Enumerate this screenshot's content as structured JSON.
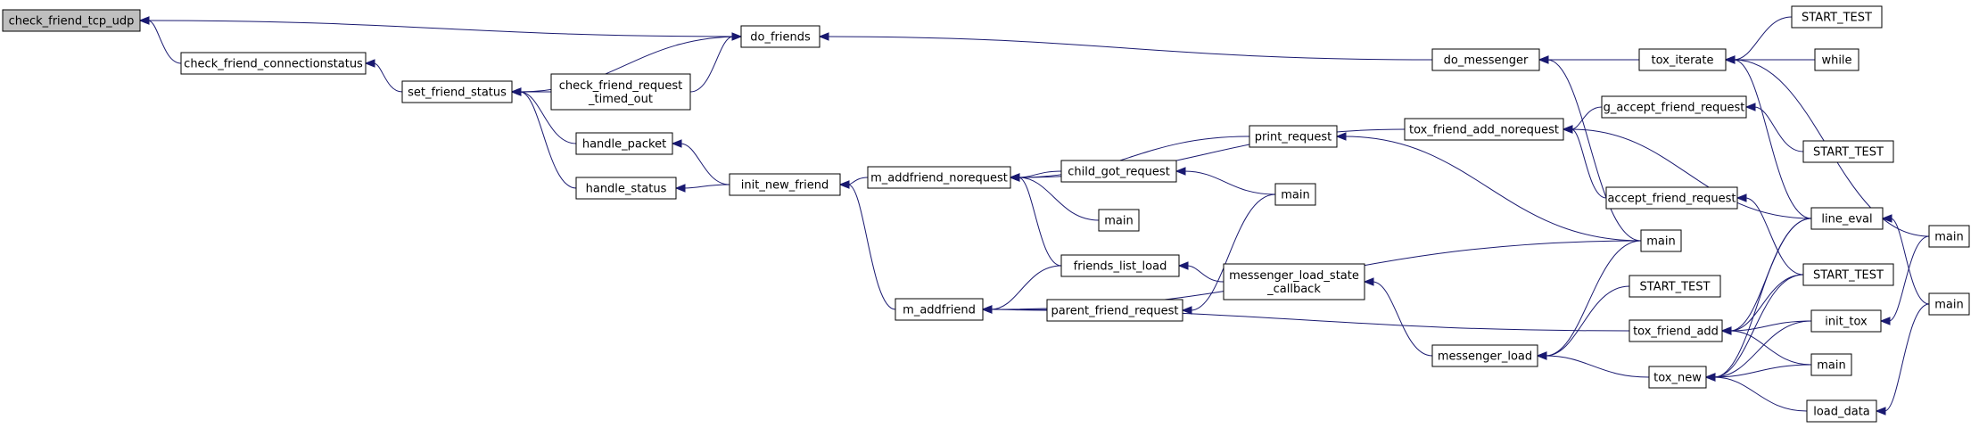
{
  "graph": {
    "colors": {
      "edge": "#191970",
      "root_fill": "#bfbfbf",
      "node_fill": "#ffffff",
      "node_border": "#000000"
    },
    "nodes": [
      {
        "id": "n_cftu",
        "lines": [
          "check_friend_tcp_udp"
        ],
        "root": true
      },
      {
        "id": "n_cfcs",
        "lines": [
          "check_friend_connectionstatus"
        ]
      },
      {
        "id": "n_sfs",
        "lines": [
          "set_friend_status"
        ]
      },
      {
        "id": "n_dof",
        "lines": [
          "do_friends"
        ]
      },
      {
        "id": "n_cfrto",
        "lines": [
          "check_friend_request",
          "_timed_out"
        ]
      },
      {
        "id": "n_hp",
        "lines": [
          "handle_packet"
        ]
      },
      {
        "id": "n_hs",
        "lines": [
          "handle_status"
        ]
      },
      {
        "id": "n_inf",
        "lines": [
          "init_new_friend"
        ]
      },
      {
        "id": "n_manr",
        "lines": [
          "m_addfriend_norequest"
        ]
      },
      {
        "id": "n_ma",
        "lines": [
          "m_addfriend"
        ]
      },
      {
        "id": "n_pr",
        "lines": [
          "print_request"
        ]
      },
      {
        "id": "n_cgr",
        "lines": [
          "child_got_request"
        ]
      },
      {
        "id": "n_main_a",
        "lines": [
          "main"
        ]
      },
      {
        "id": "n_fll",
        "lines": [
          "friends_list_load"
        ]
      },
      {
        "id": "n_pfr",
        "lines": [
          "parent_friend_request"
        ]
      },
      {
        "id": "n_main_b",
        "lines": [
          "main"
        ]
      },
      {
        "id": "n_mlsc",
        "lines": [
          "messenger_load_state",
          "_callback"
        ]
      },
      {
        "id": "n_dom",
        "lines": [
          "do_messenger"
        ]
      },
      {
        "id": "n_tfanr",
        "lines": [
          "tox_friend_add_norequest"
        ]
      },
      {
        "id": "n_afr",
        "lines": [
          "accept_friend_request"
        ]
      },
      {
        "id": "n_main_c",
        "lines": [
          "main"
        ]
      },
      {
        "id": "n_ml",
        "lines": [
          "messenger_load"
        ]
      },
      {
        "id": "n_st_a",
        "lines": [
          "START_TEST"
        ]
      },
      {
        "id": "n_ti",
        "lines": [
          "tox_iterate"
        ]
      },
      {
        "id": "n_gafr",
        "lines": [
          "g_accept_friend_request"
        ]
      },
      {
        "id": "n_tfa",
        "lines": [
          "tox_friend_add"
        ]
      },
      {
        "id": "n_tn",
        "lines": [
          "tox_new"
        ]
      },
      {
        "id": "n_st_b",
        "lines": [
          "START_TEST"
        ]
      },
      {
        "id": "n_while",
        "lines": [
          "while"
        ]
      },
      {
        "id": "n_st_c",
        "lines": [
          "START_TEST"
        ]
      },
      {
        "id": "n_le",
        "lines": [
          "line_eval"
        ]
      },
      {
        "id": "n_st_d",
        "lines": [
          "START_TEST"
        ]
      },
      {
        "id": "n_it",
        "lines": [
          "init_tox"
        ]
      },
      {
        "id": "n_main_d",
        "lines": [
          "main"
        ]
      },
      {
        "id": "n_ld",
        "lines": [
          "load_data"
        ]
      },
      {
        "id": "n_main_e",
        "lines": [
          "main"
        ]
      },
      {
        "id": "n_main_f",
        "lines": [
          "main"
        ]
      }
    ],
    "edges": [
      [
        "n_cfcs",
        "n_cftu"
      ],
      [
        "n_dof",
        "n_cftu"
      ],
      [
        "n_sfs",
        "n_cfcs"
      ],
      [
        "n_dof",
        "n_sfs"
      ],
      [
        "n_cfrto",
        "n_sfs"
      ],
      [
        "n_hp",
        "n_sfs"
      ],
      [
        "n_hs",
        "n_sfs"
      ],
      [
        "n_cfrto",
        "n_dof"
      ],
      [
        "n_dom",
        "n_dof"
      ],
      [
        "n_inf",
        "n_hp"
      ],
      [
        "n_inf",
        "n_hs"
      ],
      [
        "n_manr",
        "n_inf"
      ],
      [
        "n_ma",
        "n_inf"
      ],
      [
        "n_tfanr",
        "n_manr"
      ],
      [
        "n_pr",
        "n_manr"
      ],
      [
        "n_cgr",
        "n_manr"
      ],
      [
        "n_main_a",
        "n_manr"
      ],
      [
        "n_fll",
        "n_manr"
      ],
      [
        "n_fll",
        "n_ma"
      ],
      [
        "n_pfr",
        "n_ma"
      ],
      [
        "n_main_c",
        "n_ma"
      ],
      [
        "n_tfa",
        "n_ma"
      ],
      [
        "n_main_b",
        "n_cgr"
      ],
      [
        "n_main_c",
        "n_pr"
      ],
      [
        "n_main_b",
        "n_pfr"
      ],
      [
        "n_mlsc",
        "n_fll"
      ],
      [
        "n_ml",
        "n_mlsc"
      ],
      [
        "n_ti",
        "n_dom"
      ],
      [
        "n_main_c",
        "n_dom"
      ],
      [
        "n_gafr",
        "n_tfanr"
      ],
      [
        "n_afr",
        "n_tfanr"
      ],
      [
        "n_le",
        "n_tfanr"
      ],
      [
        "n_st_c",
        "n_gafr"
      ],
      [
        "n_st_d",
        "n_afr"
      ],
      [
        "n_st_a",
        "n_ml"
      ],
      [
        "n_main_c",
        "n_ml"
      ],
      [
        "n_tn",
        "n_ml"
      ],
      [
        "n_st_b",
        "n_ti"
      ],
      [
        "n_while",
        "n_ti"
      ],
      [
        "n_main_f",
        "n_ti"
      ],
      [
        "n_le",
        "n_ti"
      ],
      [
        "n_le",
        "n_tfa"
      ],
      [
        "n_st_d",
        "n_tfa"
      ],
      [
        "n_it",
        "n_tfa"
      ],
      [
        "n_main_d",
        "n_tfa"
      ],
      [
        "n_it",
        "n_tn"
      ],
      [
        "n_le",
        "n_tn"
      ],
      [
        "n_st_d",
        "n_tn"
      ],
      [
        "n_main_d",
        "n_tn"
      ],
      [
        "n_ld",
        "n_tn"
      ],
      [
        "n_main_e",
        "n_le"
      ],
      [
        "n_main_f",
        "n_it"
      ],
      [
        "n_main_e",
        "n_ld"
      ]
    ]
  }
}
